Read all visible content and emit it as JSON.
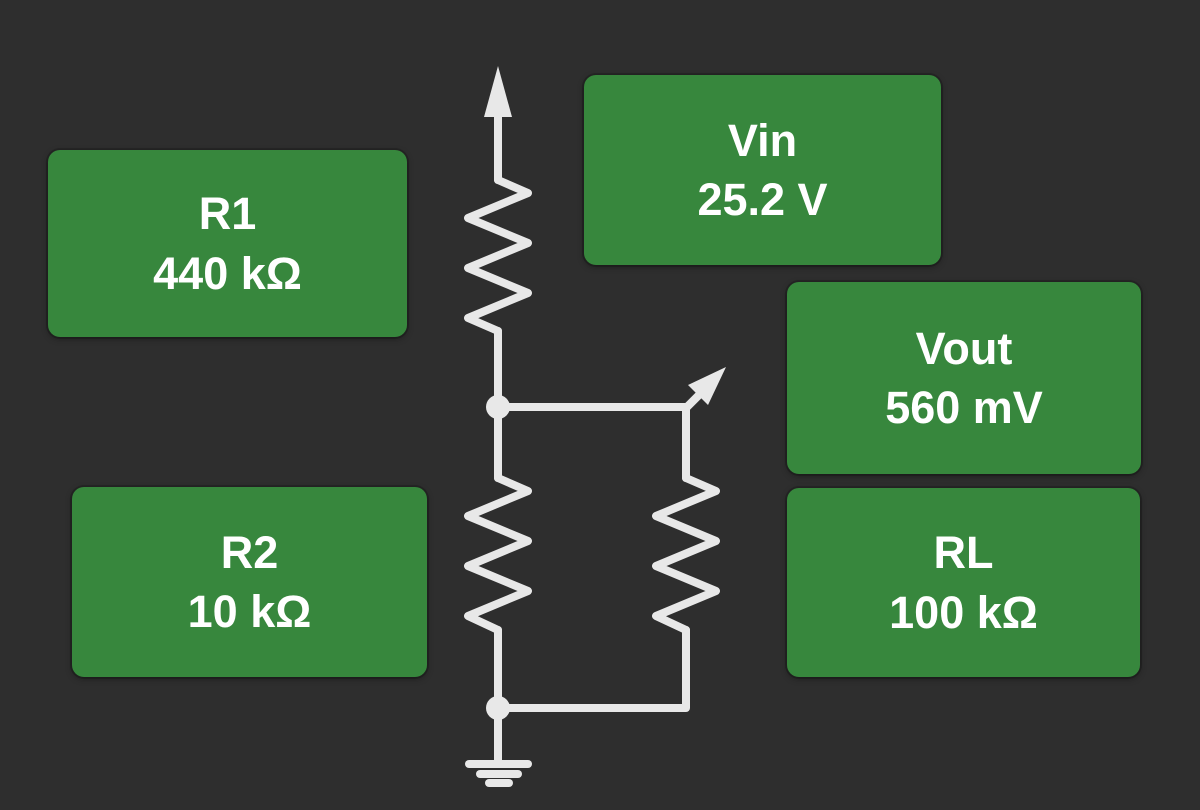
{
  "theme": {
    "background": "#2e2e2e",
    "wire_color": "#e8e8e8",
    "label_background": "#37873d",
    "label_text": "#ffffff"
  },
  "labels": [
    {
      "name": "R1",
      "value": "440 kΩ"
    },
    {
      "name": "Vin",
      "value": "25.2 V"
    },
    {
      "name": "Vout",
      "value": "560 mV"
    },
    {
      "name": "R2",
      "value": "10 kΩ"
    },
    {
      "name": "RL",
      "value": "100 kΩ"
    }
  ],
  "circuit": {
    "components": [
      {
        "id": "vin-source",
        "type": "source-arrow-up",
        "icon": "up-arrow-icon"
      },
      {
        "id": "r1",
        "type": "resistor",
        "icon": "resistor-zigzag-icon"
      },
      {
        "id": "r2",
        "type": "resistor",
        "icon": "resistor-zigzag-icon"
      },
      {
        "id": "rl",
        "type": "resistor",
        "icon": "resistor-zigzag-icon"
      },
      {
        "id": "vout-probe",
        "type": "probe-arrow",
        "icon": "diagonal-arrow-icon"
      },
      {
        "id": "ground",
        "type": "ground",
        "icon": "ground-icon"
      }
    ]
  }
}
